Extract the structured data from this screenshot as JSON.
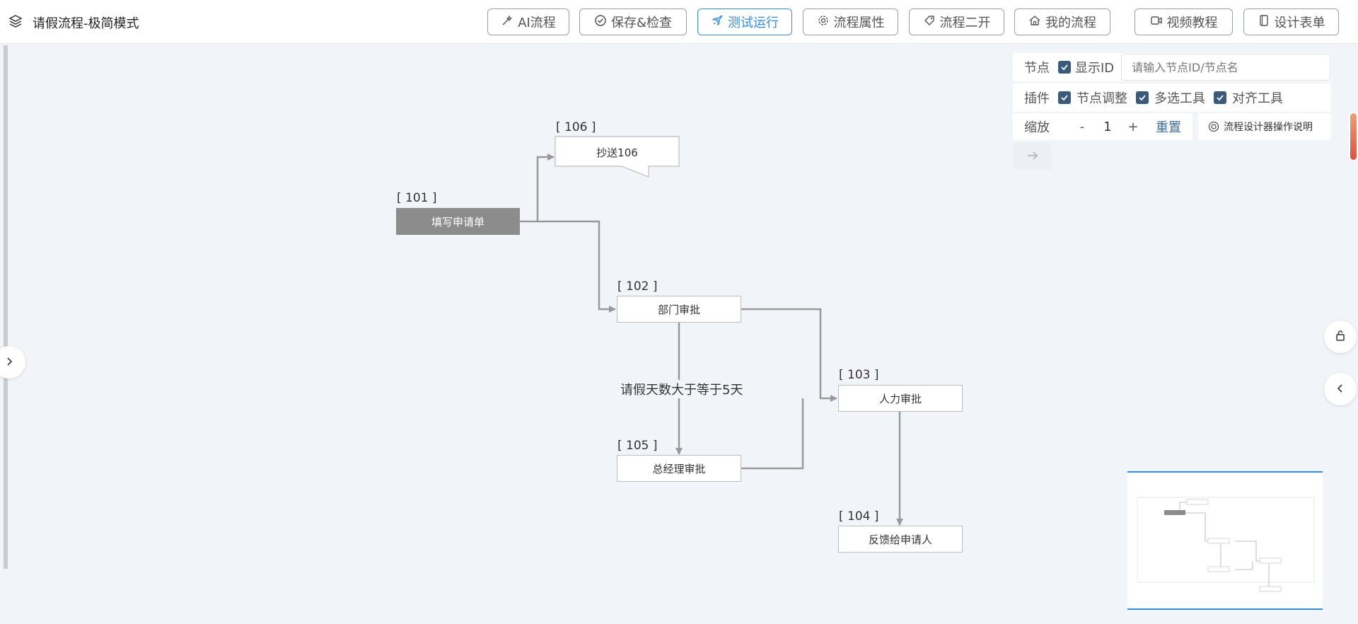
{
  "header": {
    "title": "请假流程-极简模式",
    "buttons": [
      {
        "label": "AI流程",
        "icon": "wand-icon"
      },
      {
        "label": "保存&检查",
        "icon": "check-circle-icon"
      },
      {
        "label": "测试运行",
        "icon": "rocket-icon"
      },
      {
        "label": "流程属性",
        "icon": "gear-icon"
      },
      {
        "label": "流程二开",
        "icon": "tag-icon"
      },
      {
        "label": "我的流程",
        "icon": "home-icon"
      },
      {
        "label": "视频教程",
        "icon": "video-icon"
      },
      {
        "label": "设计表单",
        "icon": "form-icon"
      }
    ]
  },
  "panel": {
    "node_label": "节点",
    "show_id_label": "显示ID",
    "show_id_checked": true,
    "search_placeholder": "请输入节点ID/节点名",
    "plugin_label": "插件",
    "plugins": [
      {
        "label": "节点调整",
        "checked": true
      },
      {
        "label": "多选工具",
        "checked": true
      },
      {
        "label": "对齐工具",
        "checked": true
      }
    ],
    "zoom_label": "缩放",
    "zoom_minus": "-",
    "zoom_value": "1",
    "zoom_plus": "+",
    "reset_label": "重置",
    "help_label": "流程设计器操作说明",
    "arrow_icon": "arrow-right-icon"
  },
  "flow": {
    "nodes": [
      {
        "id": "[ 101 ]",
        "label": "填写申请单"
      },
      {
        "id": "[ 106 ]",
        "label": "抄送106"
      },
      {
        "id": "[ 102 ]",
        "label": "部门审批"
      },
      {
        "id": "[ 105 ]",
        "label": "总经理审批"
      },
      {
        "id": "[ 103 ]",
        "label": "人力审批"
      },
      {
        "id": "[ 104 ]",
        "label": "反馈给申请人"
      }
    ],
    "edge_label": "请假天数大于等于5天"
  },
  "colors": {
    "accent": "#2f8df0",
    "checkbox": "#3b5b7d",
    "start_node": "#8c8c8c",
    "edge": "#999999",
    "canvas": "#f1f4f8"
  }
}
